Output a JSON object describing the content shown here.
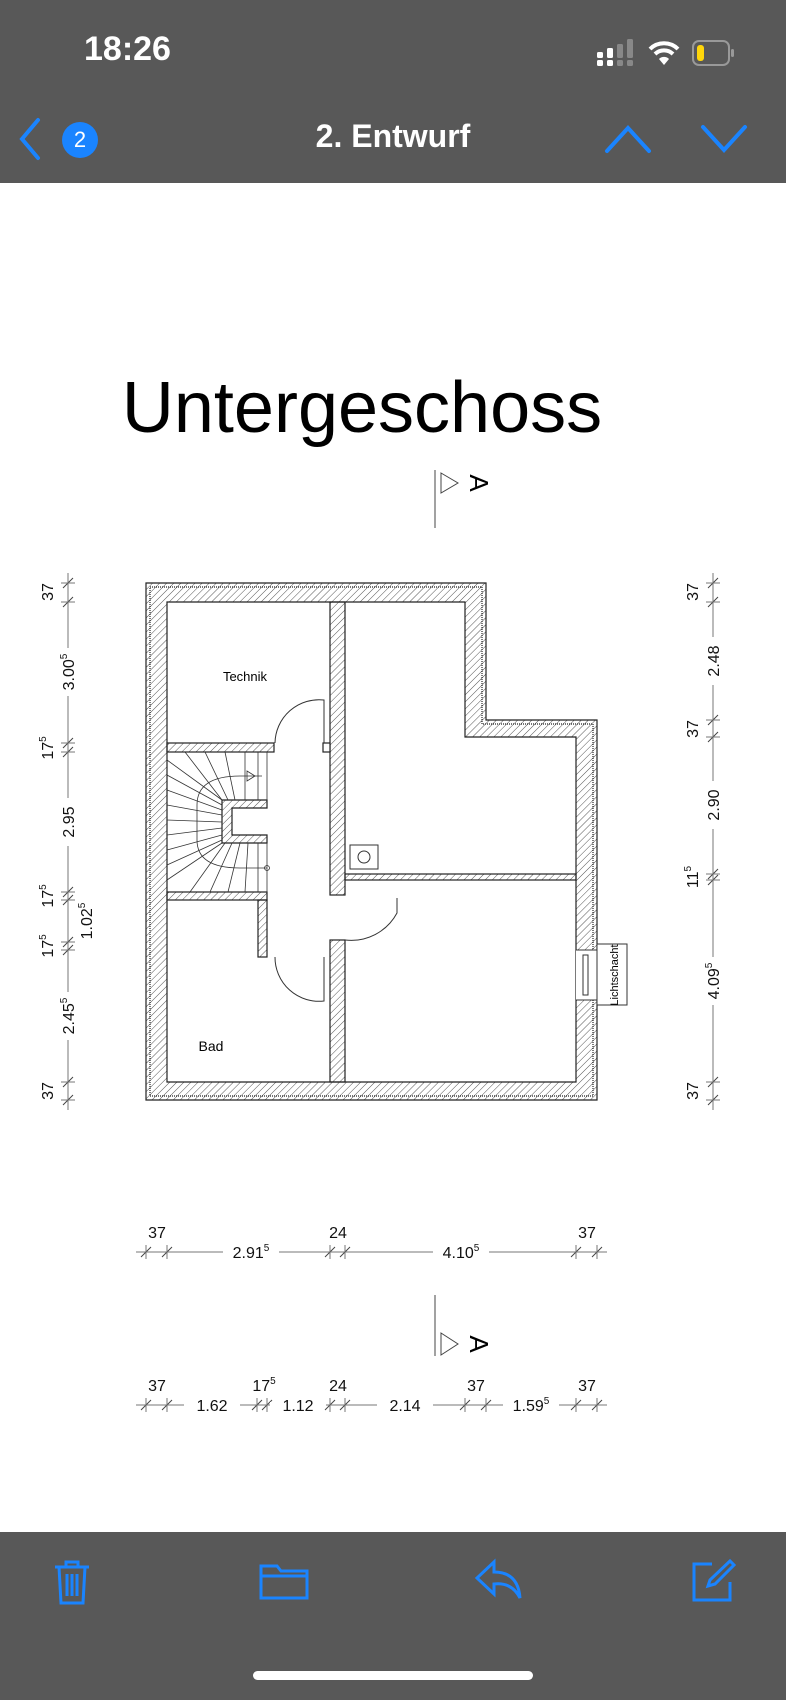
{
  "status_bar": {
    "time": "18:26",
    "battery_color": "#ffd60a"
  },
  "nav": {
    "title": "2. Entwurf",
    "badge_count": "2",
    "accent": "#1a84ff"
  },
  "plan": {
    "title": "Untergeschoss",
    "section_label_top": "A",
    "section_label_bottom": "A",
    "rooms": {
      "technik": "Technik",
      "bad": "Bad",
      "lichtschacht": "Lichtschacht"
    },
    "dims_left": [
      {
        "main": "37",
        "sup": ""
      },
      {
        "main": "3.00",
        "sup": "5"
      },
      {
        "main": "17",
        "sup": "5"
      },
      {
        "main": "2.95",
        "sup": ""
      },
      {
        "main": "17",
        "sup": "5"
      },
      {
        "main": "1.02",
        "sup": "5"
      },
      {
        "main": "17",
        "sup": "5"
      },
      {
        "main": "2.45",
        "sup": "5"
      },
      {
        "main": "37",
        "sup": ""
      }
    ],
    "dims_right": [
      {
        "main": "37",
        "sup": ""
      },
      {
        "main": "2.48",
        "sup": ""
      },
      {
        "main": "37",
        "sup": ""
      },
      {
        "main": "2.90",
        "sup": ""
      },
      {
        "main": "11",
        "sup": "5"
      },
      {
        "main": "4.09",
        "sup": "5"
      },
      {
        "main": "37",
        "sup": ""
      }
    ],
    "dims_bottom_1": [
      {
        "main": "37",
        "sup": ""
      },
      {
        "main": "2.91",
        "sup": "5"
      },
      {
        "main": "24",
        "sup": ""
      },
      {
        "main": "4.10",
        "sup": "5"
      },
      {
        "main": "37",
        "sup": ""
      }
    ],
    "dims_bottom_2": [
      {
        "main": "37",
        "sup": ""
      },
      {
        "main": "1.62",
        "sup": ""
      },
      {
        "main": "17",
        "sup": "5"
      },
      {
        "main": "1.12",
        "sup": ""
      },
      {
        "main": "24",
        "sup": ""
      },
      {
        "main": "2.14",
        "sup": ""
      },
      {
        "main": "37",
        "sup": ""
      },
      {
        "main": "1.59",
        "sup": "5"
      },
      {
        "main": "37",
        "sup": ""
      }
    ]
  },
  "toolbar": {
    "icons": [
      "trash-icon",
      "folder-icon",
      "reply-icon",
      "compose-icon"
    ]
  }
}
